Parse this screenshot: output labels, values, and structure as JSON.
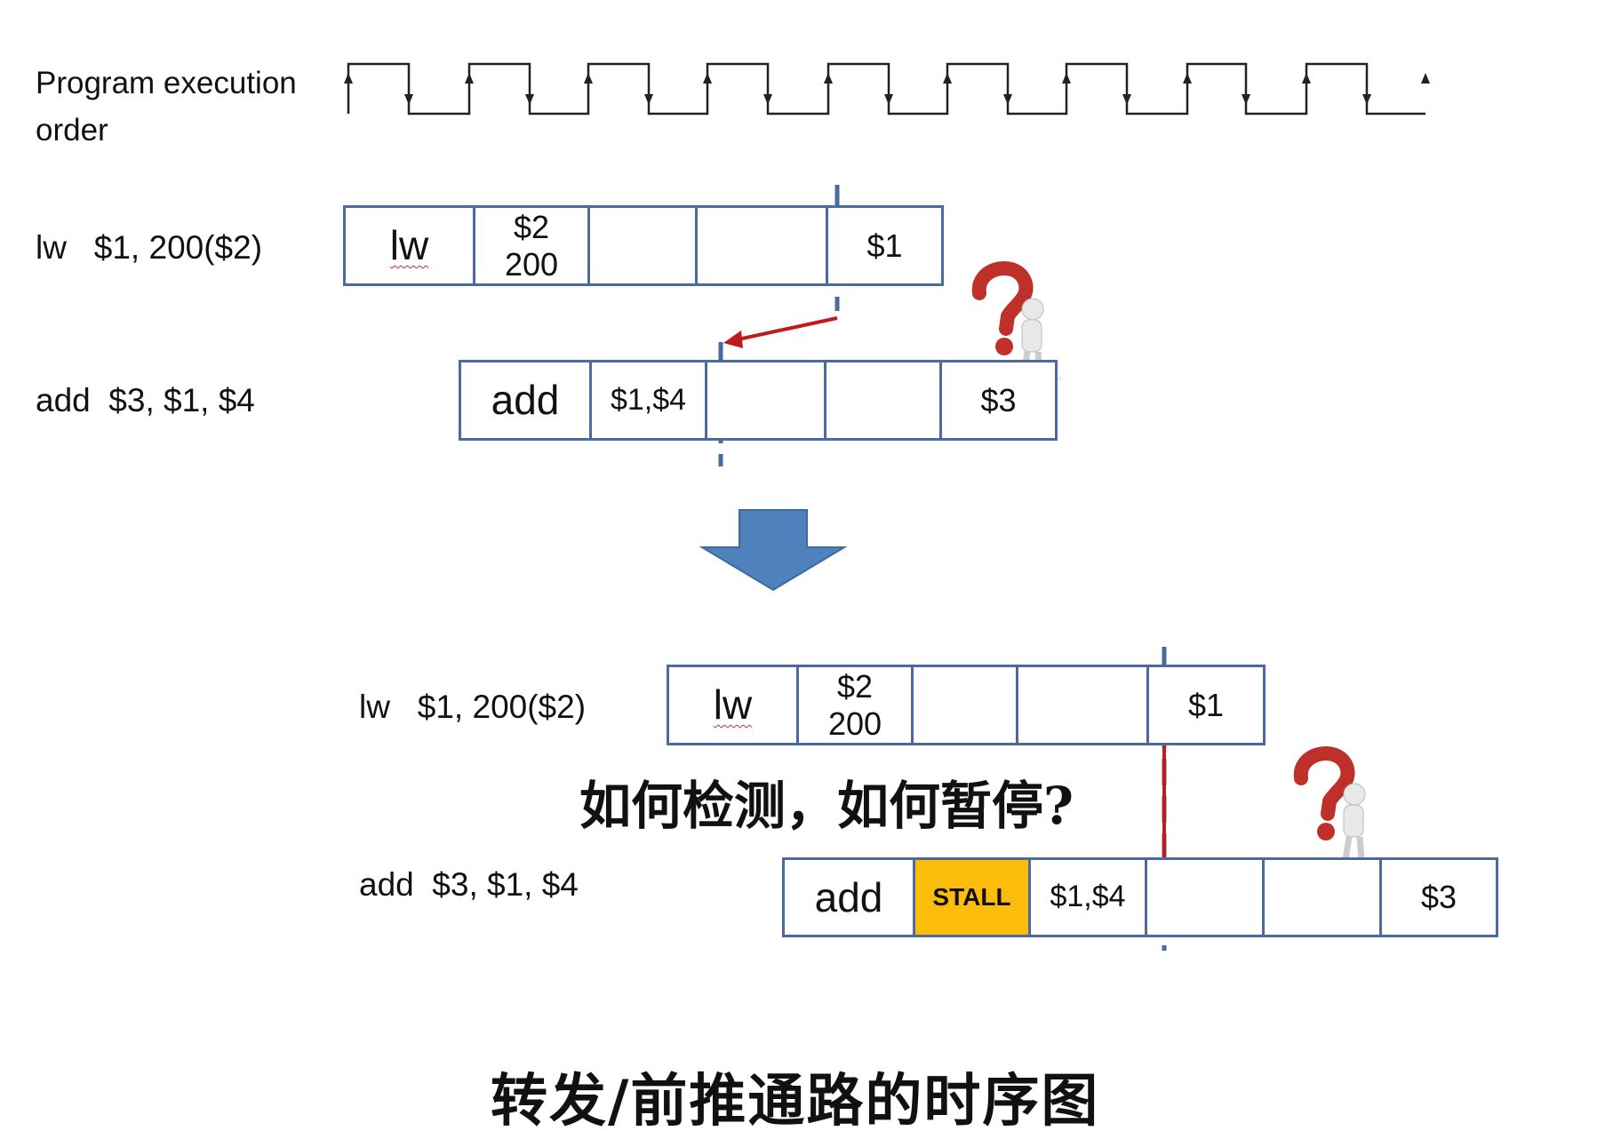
{
  "clock": {
    "label": "Program execution\norder"
  },
  "before": {
    "lw": {
      "instruction": "lw   $1, 200($2)",
      "stages": [
        "lw",
        "$2\n200",
        "",
        "",
        "$1"
      ]
    },
    "add": {
      "instruction": "add  $3, $1, $4",
      "stages": [
        "add",
        "$1,$4",
        "",
        "",
        "$3"
      ]
    }
  },
  "after": {
    "lw": {
      "instruction": "lw   $1, 200($2)",
      "stages": [
        "lw",
        "$2\n200",
        "",
        "",
        "$1"
      ]
    },
    "add": {
      "instruction": "add  $3, $1, $4",
      "stages": [
        "add",
        "STALL",
        "$1,$4",
        "",
        "",
        "$3"
      ]
    }
  },
  "question": "如何检测，如何暂停?",
  "caption": "转发/前推通路的时序图",
  "colors": {
    "box_border": "#4b6aa0",
    "stall": "#fbbd0a",
    "forward_arrow": "#c01a1a",
    "down_arrow": "#4f81bd",
    "question_mark": "#c0302a"
  }
}
